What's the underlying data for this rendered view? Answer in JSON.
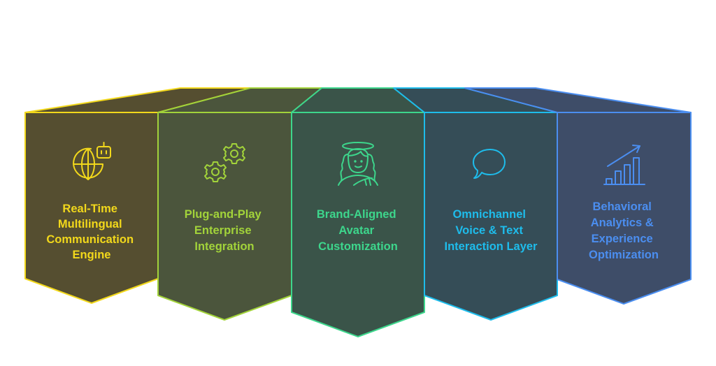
{
  "diagram": {
    "title": "",
    "panels": [
      {
        "id": "real-time-multilingual",
        "label_lines": [
          "Real-Time",
          "Multilingual",
          "Communication",
          "Engine"
        ],
        "icon": "globe-robot-icon",
        "stroke_color": "#F2D81B",
        "fill_color": "#554E30",
        "text_color": "#F2D81B"
      },
      {
        "id": "plug-and-play",
        "label_lines": [
          "Plug-and-Play",
          "Enterprise",
          "Integration"
        ],
        "icon": "gears-icon",
        "stroke_color": "#A2D33A",
        "fill_color": "#4B553C",
        "text_color": "#A2D33A"
      },
      {
        "id": "brand-aligned-avatar",
        "label_lines": [
          "Brand-Aligned",
          "Avatar",
          "Customization"
        ],
        "icon": "angel-avatar-icon",
        "stroke_color": "#3DD68C",
        "fill_color": "#3A5449",
        "text_color": "#3DD68C"
      },
      {
        "id": "omnichannel-voice-text",
        "label_lines": [
          "Omnichannel",
          "Voice & Text",
          "Interaction Layer"
        ],
        "icon": "speech-bubble-icon",
        "stroke_color": "#1EBCEB",
        "fill_color": "#354D57",
        "text_color": "#1EBCEB"
      },
      {
        "id": "behavioral-analytics",
        "label_lines": [
          "Behavioral",
          "Analytics &",
          "Experience",
          "Optimization"
        ],
        "icon": "growth-chart-icon",
        "stroke_color": "#4B8EF0",
        "fill_color": "#3E4D68",
        "text_color": "#4B8EF0"
      }
    ]
  }
}
